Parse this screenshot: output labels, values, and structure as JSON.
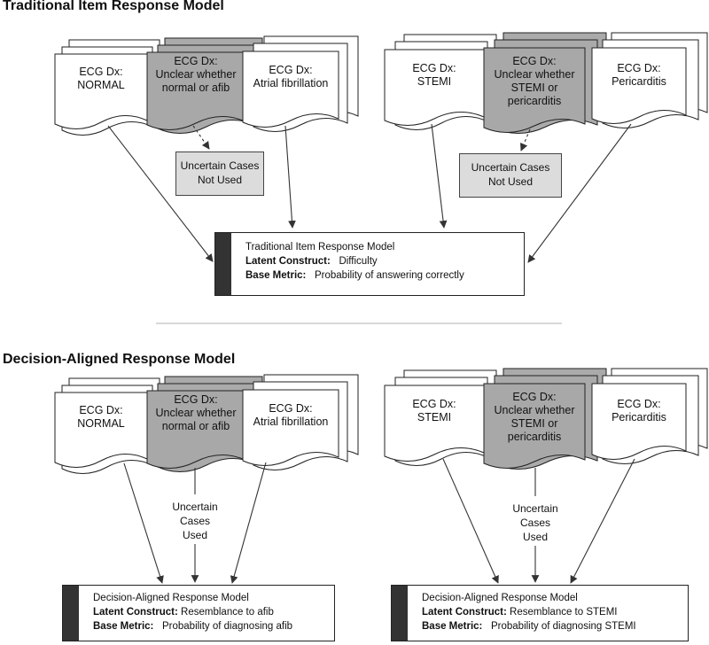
{
  "sections": {
    "traditional_title": "Traditional Item Response Model",
    "decision_title": "Decision-Aligned Response Model"
  },
  "top_left": {
    "docs": [
      {
        "line1": "ECG Dx:",
        "line2": "NORMAL",
        "line3": ""
      },
      {
        "line1": "ECG Dx:",
        "line2": "Unclear whether",
        "line3": "normal or afib"
      },
      {
        "line1": "ECG Dx:",
        "line2": "Atrial fibrillation",
        "line3": ""
      }
    ],
    "uncertain": {
      "line1": "Uncertain Cases",
      "line2": "Not Used"
    }
  },
  "top_right": {
    "docs": [
      {
        "line1": "ECG Dx:",
        "line2": "STEMI",
        "line3": ""
      },
      {
        "line1": "ECG Dx:",
        "line2": "Unclear whether",
        "line3": "STEMI or",
        "line4": "pericarditis"
      },
      {
        "line1": "ECG Dx:",
        "line2": "Pericarditis",
        "line3": ""
      }
    ],
    "uncertain": {
      "line1": "Uncertain Cases",
      "line2": "Not Used"
    }
  },
  "traditional_model": {
    "title": "Traditional Item Response Model",
    "construct_label": "Latent Construct:",
    "construct_value": "Difficulty",
    "metric_label": "Base Metric:",
    "metric_value": "Probability of answering correctly"
  },
  "bottom_left": {
    "docs": [
      {
        "line1": "ECG Dx:",
        "line2": "NORMAL",
        "line3": ""
      },
      {
        "line1": "ECG Dx:",
        "line2": "Unclear whether",
        "line3": "normal or afib"
      },
      {
        "line1": "ECG Dx:",
        "line2": "Atrial fibrillation",
        "line3": ""
      }
    ],
    "used": {
      "line1": "Uncertain",
      "line2": "Cases",
      "line3": "Used"
    },
    "model": {
      "title": "Decision-Aligned Response Model",
      "construct_label": "Latent Construct:",
      "construct_value": "Resemblance to afib",
      "metric_label": "Base Metric:",
      "metric_value": "Probability of diagnosing afib"
    }
  },
  "bottom_right": {
    "docs": [
      {
        "line1": "ECG Dx:",
        "line2": "STEMI",
        "line3": ""
      },
      {
        "line1": "ECG Dx:",
        "line2": "Unclear whether",
        "line3": "STEMI or",
        "line4": "pericarditis"
      },
      {
        "line1": "ECG Dx:",
        "line2": "Pericarditis",
        "line3": ""
      }
    ],
    "used": {
      "line1": "Uncertain",
      "line2": "Cases",
      "line3": "Used"
    },
    "model": {
      "title": "Decision-Aligned Response Model",
      "construct_label": "Latent Construct:",
      "construct_value": "Resemblance to STEMI",
      "metric_label": "Base Metric:",
      "metric_value": "Probability of diagnosing STEMI"
    }
  }
}
